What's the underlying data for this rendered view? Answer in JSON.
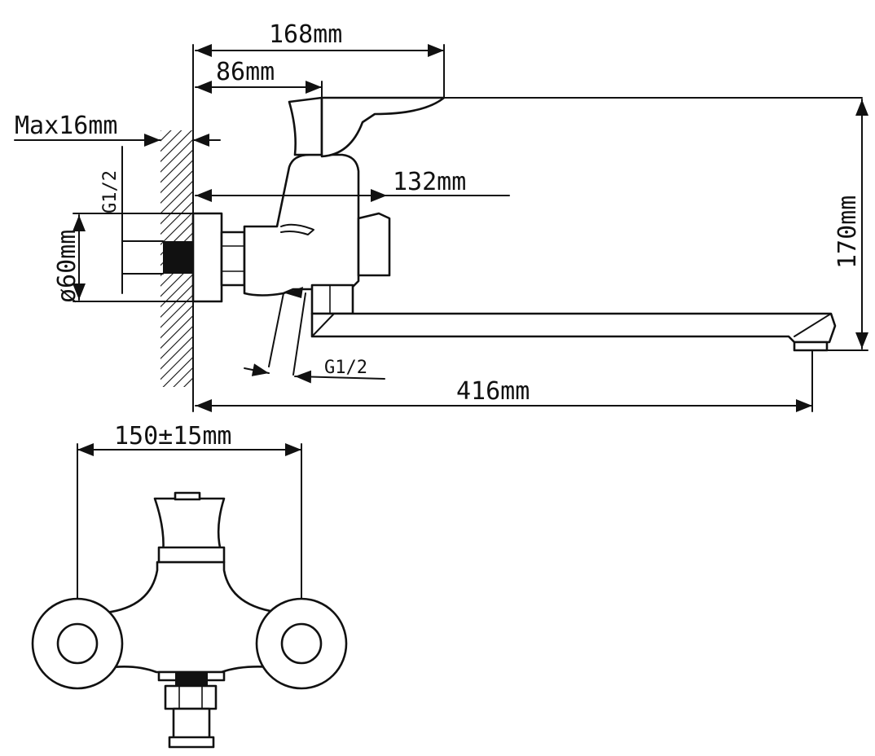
{
  "dimensions": {
    "overall_height_top": "168mm",
    "lever_offset": "86mm",
    "wall_max": "Max16mm",
    "thread_top": "G1/2",
    "body_reach": "132mm",
    "spout_height": "170mm",
    "flange_diameter": "ø60mm",
    "thread_bottom": "G1/2",
    "spout_length": "416mm",
    "center_distance": "150±15mm"
  },
  "colors": {
    "line": "#111111",
    "background": "#ffffff"
  }
}
